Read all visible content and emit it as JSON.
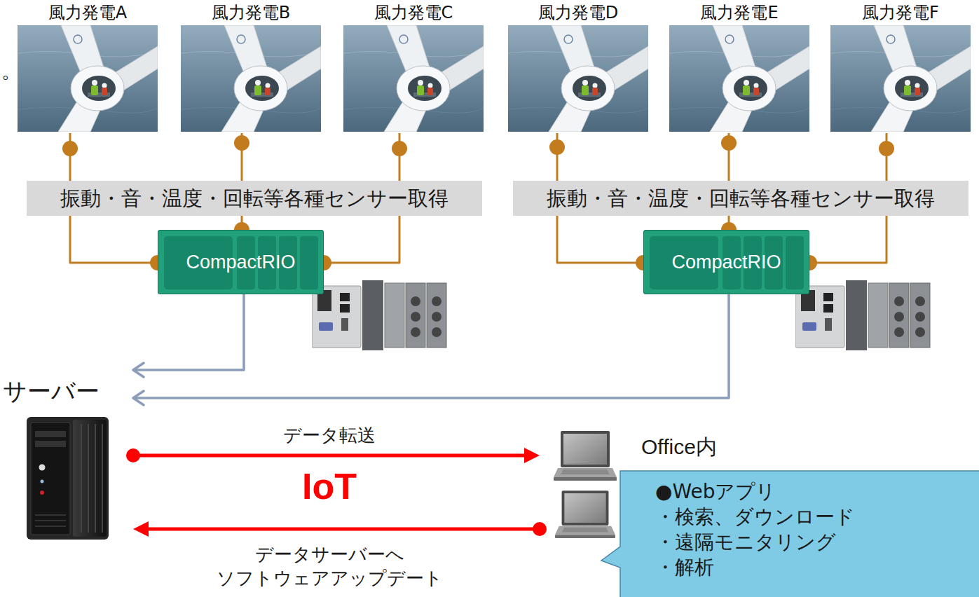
{
  "diagram": {
    "nodes": [
      {
        "text": [
          "風力発電A"
        ]
      },
      {
        "text": [
          "風力発電B"
        ]
      },
      {
        "text": [
          "風力発電C"
        ]
      },
      {
        "text": [
          "風力発電D"
        ]
      },
      {
        "text": [
          "風力発電E"
        ]
      },
      {
        "text": [
          "風力発電F"
        ]
      },
      {
        "text": [
          "振動・音・温度・回転等各種センサー取得"
        ]
      },
      {
        "text": [
          "CompactRIO"
        ]
      },
      {
        "text": [
          "振動・音・温度・回転等各種センサー取得"
        ]
      },
      {
        "text": [
          "CompactRIO"
        ]
      },
      {
        "text": [
          "サーバー"
        ]
      },
      {
        "text": [
          "Office内"
        ]
      },
      {
        "text": [
          "●Webアプリ",
          "・検索、ダウンロード",
          "・遠隔モニタリング",
          "・解析"
        ]
      }
    ],
    "edges": [
      {
        "from": 0,
        "to": 7,
        "arrow": "none"
      },
      {
        "from": 1,
        "to": 7,
        "arrow": "none"
      },
      {
        "from": 2,
        "to": 7,
        "arrow": "none"
      },
      {
        "from": 3,
        "to": 9,
        "arrow": "none"
      },
      {
        "from": 4,
        "to": 9,
        "arrow": "none"
      },
      {
        "from": 5,
        "to": 9,
        "arrow": "none"
      },
      {
        "from": 7,
        "to": 10,
        "arrow": "to"
      },
      {
        "from": 9,
        "to": 10,
        "arrow": "to"
      },
      {
        "from": 10,
        "to": 11,
        "label": "データ転送",
        "arrow": "to"
      },
      {
        "from": 11,
        "to": 10,
        "label": "データサーバーへ ソフトウェアアップデート",
        "arrow": "to"
      }
    ],
    "labels": [
      "。",
      "IoT"
    ]
  }
}
